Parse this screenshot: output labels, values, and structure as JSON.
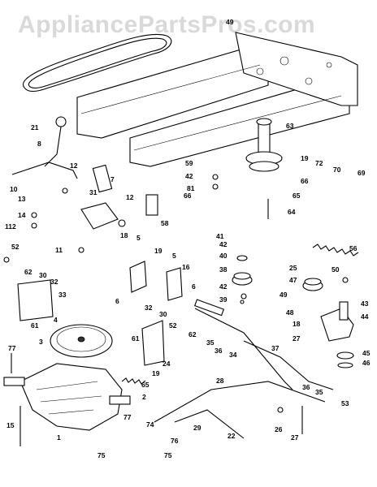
{
  "watermark": "AppliancePartsPros.com",
  "callouts": [
    {
      "id": "c49",
      "label": "49"
    },
    {
      "id": "c21",
      "label": "21"
    },
    {
      "id": "c8",
      "label": "8"
    },
    {
      "id": "c10",
      "label": "10"
    },
    {
      "id": "c12a",
      "label": "12"
    },
    {
      "id": "c31",
      "label": "31"
    },
    {
      "id": "c7",
      "label": "7"
    },
    {
      "id": "c12b",
      "label": "12"
    },
    {
      "id": "c13",
      "label": "13"
    },
    {
      "id": "c14",
      "label": "14"
    },
    {
      "id": "c112",
      "label": "112"
    },
    {
      "id": "c58",
      "label": "58"
    },
    {
      "id": "c52a",
      "label": "52"
    },
    {
      "id": "c11",
      "label": "11"
    },
    {
      "id": "c18a",
      "label": "18"
    },
    {
      "id": "c5a",
      "label": "5"
    },
    {
      "id": "c19a",
      "label": "19"
    },
    {
      "id": "c5b",
      "label": "5"
    },
    {
      "id": "c16",
      "label": "16"
    },
    {
      "id": "c62",
      "label": "62"
    },
    {
      "id": "c30",
      "label": "30"
    },
    {
      "id": "c32a",
      "label": "32"
    },
    {
      "id": "c33",
      "label": "33"
    },
    {
      "id": "c6a",
      "label": "6"
    },
    {
      "id": "c6b",
      "label": "6"
    },
    {
      "id": "c61a",
      "label": "61"
    },
    {
      "id": "c4",
      "label": "4"
    },
    {
      "id": "c3",
      "label": "3"
    },
    {
      "id": "c32b",
      "label": "32"
    },
    {
      "id": "c30b",
      "label": "30"
    },
    {
      "id": "c52b",
      "label": "52"
    },
    {
      "id": "c61b",
      "label": "61"
    },
    {
      "id": "c77a",
      "label": "77"
    },
    {
      "id": "c24",
      "label": "24"
    },
    {
      "id": "c19b",
      "label": "19"
    },
    {
      "id": "c65",
      "label": "65"
    },
    {
      "id": "c2",
      "label": "2"
    },
    {
      "id": "c15",
      "label": "15"
    },
    {
      "id": "c1",
      "label": "1"
    },
    {
      "id": "c77b",
      "label": "77"
    },
    {
      "id": "c74",
      "label": "74"
    },
    {
      "id": "c75",
      "label": "75"
    },
    {
      "id": "c76",
      "label": "76"
    },
    {
      "id": "c75b",
      "label": "75"
    },
    {
      "id": "c63",
      "label": "63"
    },
    {
      "id": "c19c",
      "label": "19"
    },
    {
      "id": "c72",
      "label": "72"
    },
    {
      "id": "c70",
      "label": "70"
    },
    {
      "id": "c69",
      "label": "69"
    },
    {
      "id": "c59",
      "label": "59"
    },
    {
      "id": "c42a",
      "label": "42"
    },
    {
      "id": "c81",
      "label": "81"
    },
    {
      "id": "c66a",
      "label": "66"
    },
    {
      "id": "c66b",
      "label": "66"
    },
    {
      "id": "c65b",
      "label": "65"
    },
    {
      "id": "c64",
      "label": "64"
    },
    {
      "id": "c56",
      "label": "56"
    },
    {
      "id": "c41",
      "label": "41"
    },
    {
      "id": "c42b",
      "label": "42"
    },
    {
      "id": "c40",
      "label": "40"
    },
    {
      "id": "c38",
      "label": "38"
    },
    {
      "id": "c42c",
      "label": "42"
    },
    {
      "id": "c39",
      "label": "39"
    },
    {
      "id": "c25a",
      "label": "25"
    },
    {
      "id": "c50",
      "label": "50"
    },
    {
      "id": "c47",
      "label": "47"
    },
    {
      "id": "c49b",
      "label": "49"
    },
    {
      "id": "c43",
      "label": "43"
    },
    {
      "id": "c44",
      "label": "44"
    },
    {
      "id": "c48",
      "label": "48"
    },
    {
      "id": "c18b",
      "label": "18"
    },
    {
      "id": "c27a",
      "label": "27"
    },
    {
      "id": "c45",
      "label": "45"
    },
    {
      "id": "c46",
      "label": "46"
    },
    {
      "id": "c37",
      "label": "37"
    },
    {
      "id": "c62b",
      "label": "62"
    },
    {
      "id": "c35a",
      "label": "35"
    },
    {
      "id": "c36a",
      "label": "36"
    },
    {
      "id": "c34",
      "label": "34"
    },
    {
      "id": "c28",
      "label": "28"
    },
    {
      "id": "c36b",
      "label": "36"
    },
    {
      "id": "c35b",
      "label": "35"
    },
    {
      "id": "c53",
      "label": "53"
    },
    {
      "id": "c29",
      "label": "29"
    },
    {
      "id": "c22",
      "label": "22"
    },
    {
      "id": "c26",
      "label": "26"
    },
    {
      "id": "c27b",
      "label": "27"
    }
  ]
}
